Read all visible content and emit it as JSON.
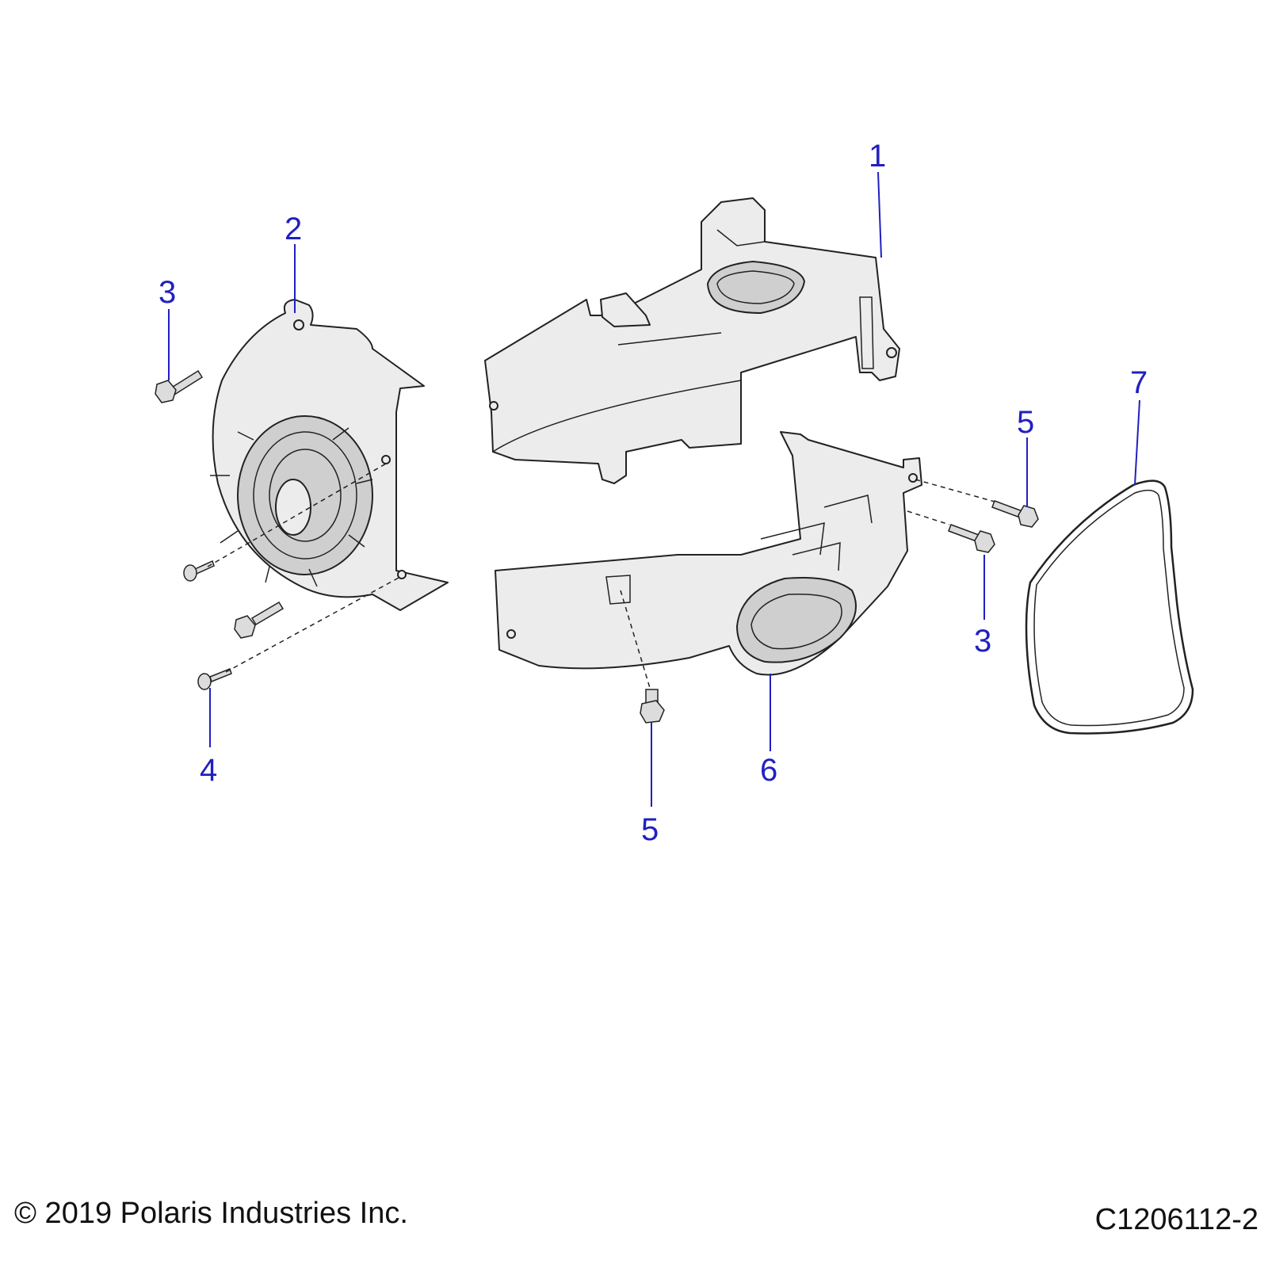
{
  "callouts": [
    {
      "id": "c1",
      "label": "1"
    },
    {
      "id": "c2",
      "label": "2"
    },
    {
      "id": "c3a",
      "label": "3"
    },
    {
      "id": "c3b",
      "label": "3"
    },
    {
      "id": "c4",
      "label": "4"
    },
    {
      "id": "c5a",
      "label": "5"
    },
    {
      "id": "c5b",
      "label": "5"
    },
    {
      "id": "c6",
      "label": "6"
    },
    {
      "id": "c7",
      "label": "7"
    }
  ],
  "footer": {
    "copyright": "© 2019 Polaris Industries Inc.",
    "figure_id": "C1206112-2"
  },
  "colors": {
    "callout": "#2020c0",
    "line": "#222222",
    "part_fill": "#ececec"
  }
}
